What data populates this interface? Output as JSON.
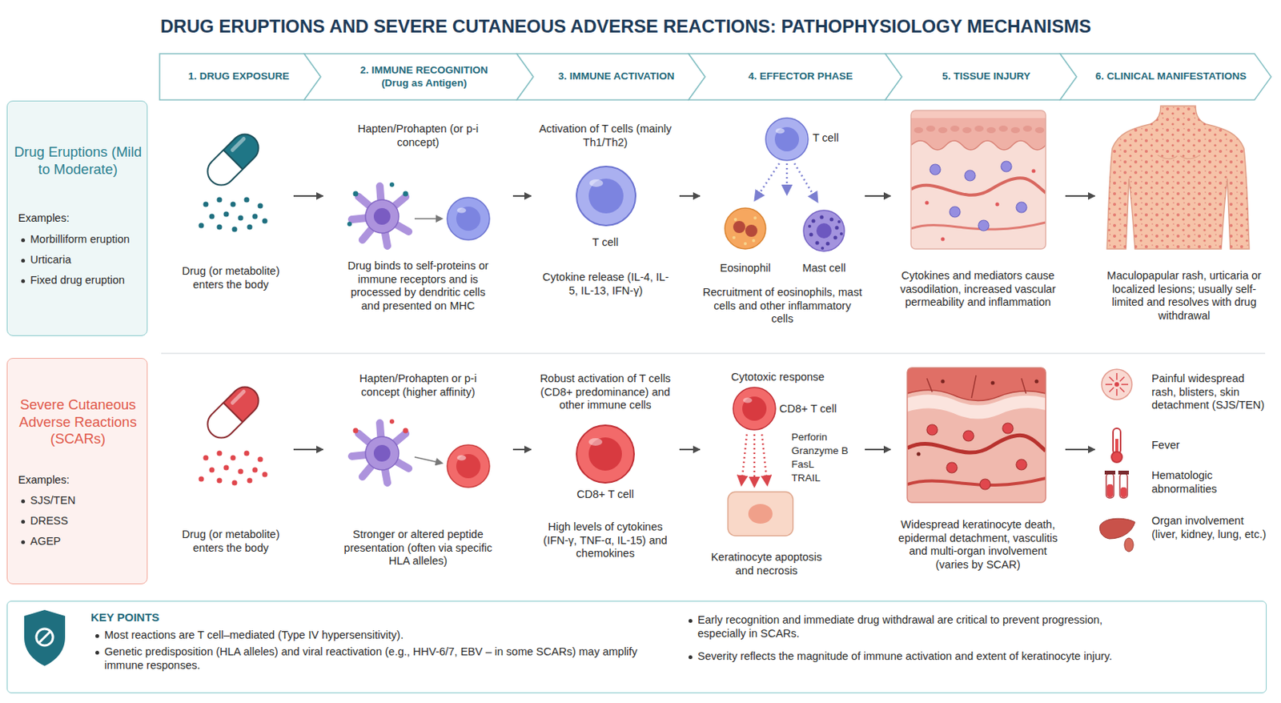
{
  "diagram": {
    "title": "DRUG ERUPTIONS AND SEVERE CUTANEOUS ADVERSE REACTIONS: PATHOPHYSIOLOGY MECHANISMS",
    "nodes": [
      {
        "text": [
          "1. DRUG EXPOSURE"
        ]
      },
      {
        "text": [
          "2. IMMUNE RECOGNITION",
          "(Drug as Antigen)"
        ]
      },
      {
        "text": [
          "3. IMMUNE ACTIVATION"
        ]
      },
      {
        "text": [
          "4. EFFECTOR PHASE"
        ]
      },
      {
        "text": [
          "5. TISSUE INJURY"
        ]
      },
      {
        "text": [
          "6. CLINICAL MANIFESTATIONS"
        ]
      },
      {
        "text": [
          "Drug Eruptions (Mild to Moderate)",
          "Examples:",
          "Morbilliform eruption",
          "Urticaria",
          "Fixed drug eruption"
        ]
      },
      {
        "text": [
          "Drug (or metabolite) enters the body"
        ]
      },
      {
        "text": [
          "Hapten/Prohapten (or p-i concept)",
          "Drug binds to self-proteins or immune receptors and is processed by dendritic cells and presented on MHC"
        ]
      },
      {
        "text": [
          "Activation of T cells (mainly Th1/Th2)",
          "T cell",
          "Cytokine release (IL-4, IL-5, IL-13, IFN-γ)"
        ]
      },
      {
        "text": [
          "T cell",
          "Eosinophil",
          "Mast cell",
          "Recruitment of eosinophils, mast cells and other inflammatory cells"
        ]
      },
      {
        "text": [
          "Cytokines and mediators cause vasodilation, increased vascular permeability and inflammation"
        ]
      },
      {
        "text": [
          "Maculopapular rash, urticaria or localized lesions; usually self-limited and resolves with drug withdrawal"
        ]
      },
      {
        "text": [
          "Severe Cutaneous Adverse Reactions (SCARs)",
          "Examples:",
          "SJS/TEN",
          "DRESS",
          "AGEP"
        ]
      },
      {
        "text": [
          "Drug (or metabolite) enters the body"
        ]
      },
      {
        "text": [
          "Hapten/Prohapten or p-i concept (higher affinity)",
          "Stronger or altered peptide presentation (often via specific HLA alleles)"
        ]
      },
      {
        "text": [
          "Robust activation of T cells (CD8+ predominance) and other immune cells",
          "CD8+ T cell",
          "High levels of cytokines (IFN-γ, TNF-α, IL-15) and chemokines"
        ]
      },
      {
        "text": [
          "Cytotoxic response",
          "CD8+ T cell",
          "Perforin",
          "Granzyme B",
          "FasL",
          "TRAIL",
          "Keratinocyte apoptosis and necrosis"
        ]
      },
      {
        "text": [
          "Widespread keratinocyte death, epidermal detachment, vasculitis and multi-organ involvement (varies by SCAR)"
        ]
      },
      {
        "text": [
          "Painful widespread rash, blisters, skin detachment (SJS/TEN)",
          "Fever",
          "Hematologic abnormalities",
          "Organ involvement (liver, kidney, lung, etc.)"
        ]
      },
      {
        "text": [
          "KEY POINTS",
          "Most reactions are T cell–mediated (Type IV hypersensitivity).",
          "Genetic predisposition (HLA alleles) and viral reactivation (e.g., HHV-6/7, EBV – in some SCARs) may amplify immune responses.",
          "Early recognition and immediate drug withdrawal are critical to prevent progression, especially in SCARs.",
          "Severity reflects the magnitude of immune activation and extent of keratinocyte injury."
        ]
      }
    ],
    "edges": [
      {
        "from": 7,
        "to": 8,
        "arrow": "to"
      },
      {
        "from": 8,
        "to": 9,
        "arrow": "to"
      },
      {
        "from": 9,
        "to": 10,
        "arrow": "to"
      },
      {
        "from": 10,
        "to": 11,
        "arrow": "to"
      },
      {
        "from": 11,
        "to": 12,
        "arrow": "to"
      },
      {
        "from": 14,
        "to": 15,
        "arrow": "to"
      },
      {
        "from": 15,
        "to": 16,
        "arrow": "to"
      },
      {
        "from": 16,
        "to": 17,
        "arrow": "to"
      },
      {
        "from": 17,
        "to": 18,
        "arrow": "to"
      },
      {
        "from": 18,
        "to": 19,
        "arrow": "to"
      }
    ]
  }
}
